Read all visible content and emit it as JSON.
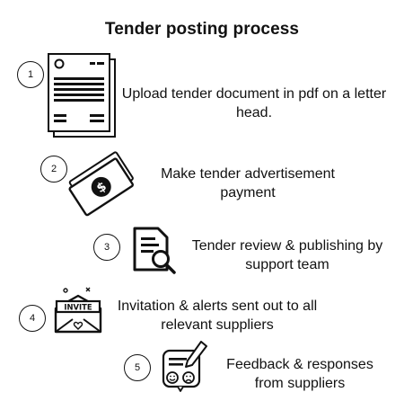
{
  "title": "Tender posting process",
  "steps": [
    {
      "number": "1",
      "icon": "document-icon",
      "text": "Upload tender document in pdf on a letter head."
    },
    {
      "number": "2",
      "icon": "money-icon",
      "text": "Make tender advertisement payment"
    },
    {
      "number": "3",
      "icon": "review-search-icon",
      "text": "Tender review & publishing by support team"
    },
    {
      "number": "4",
      "icon": "invite-envelope-icon",
      "text": "Invitation & alerts sent out to all relevant suppliers"
    },
    {
      "number": "5",
      "icon": "feedback-icon",
      "text": "Feedback & responses from suppliers"
    }
  ],
  "icon_text": {
    "invite": "INVITE"
  },
  "colors": {
    "ink": "#111111",
    "background": "#ffffff"
  }
}
